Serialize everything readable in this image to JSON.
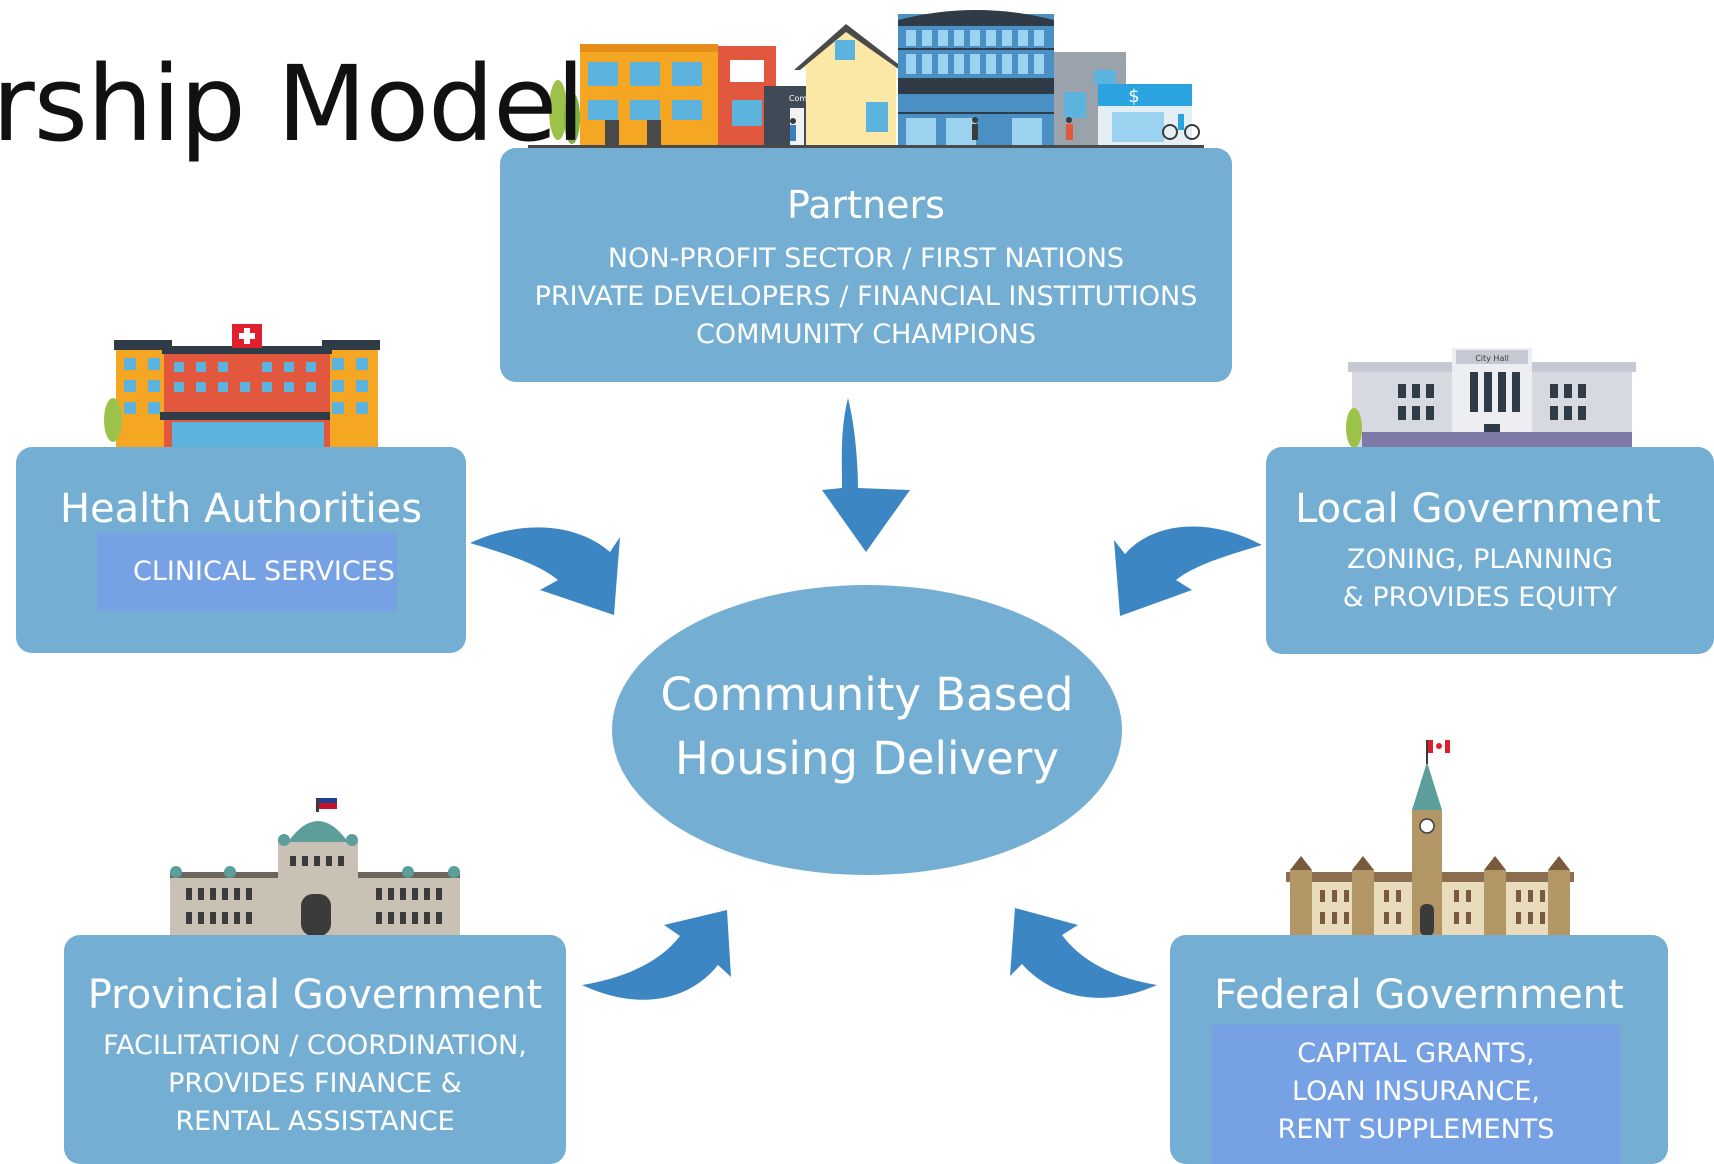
{
  "slide_title": "rship Model",
  "center": {
    "line1": "Community Based",
    "line2": "Housing Delivery"
  },
  "partners": {
    "title": "Partners",
    "lines": [
      "NON-PROFIT SECTOR / FIRST NATIONS",
      "PRIVATE DEVELOPERS / FINANCIAL INSTITUTIONS",
      "COMMUNITY CHAMPIONS"
    ],
    "illustration_labels": [
      "Community",
      "$"
    ]
  },
  "health": {
    "title": "Health Authorities",
    "lines": [
      "CLINICAL SERVICES"
    ]
  },
  "local": {
    "title": "Local Government",
    "lines": [
      "ZONING, PLANNING",
      "& PROVIDES EQUITY"
    ],
    "illustration_labels": [
      "City Hall"
    ]
  },
  "provincial": {
    "title": "Provincial Government",
    "lines": [
      "FACILITATION / COORDINATION,",
      "PROVIDES FINANCE &",
      "RENTAL ASSISTANCE"
    ]
  },
  "federal": {
    "title": "Federal Government",
    "lines": [
      "CAPITAL GRANTS,",
      "LOAN INSURANCE,",
      "RENT SUPPLEMENTS"
    ]
  },
  "colors": {
    "box_fill": "#74aed3",
    "highlight_fill": "#76a1e5",
    "arrow_fill": "#3d86c4",
    "text_on_box": "#ffffff"
  },
  "icons": [
    "arrow-down-icon",
    "curved-arrow-icon",
    "city-street-illustration",
    "hospital-illustration",
    "city-hall-illustration",
    "legislature-illustration",
    "parliament-illustration"
  ]
}
